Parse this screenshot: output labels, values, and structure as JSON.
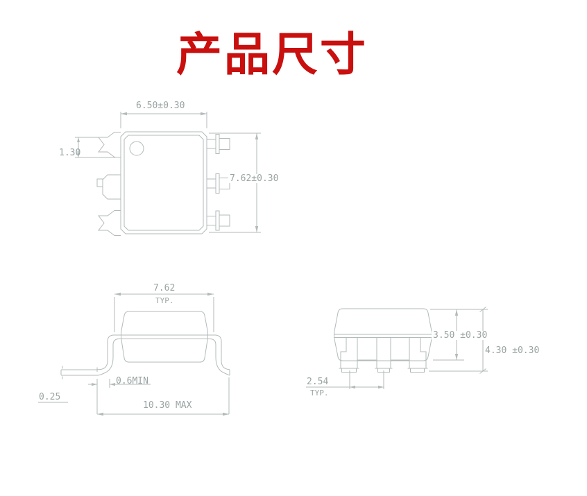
{
  "title": {
    "text": "产品尺寸"
  },
  "colors": {
    "line": "#b3baba",
    "dim_text": "#9aa3a3",
    "background": "#ffffff",
    "title": "#c9100f"
  },
  "top_view": {
    "dim_body_width": "6.50±0.30",
    "dim_lead_shoulder": "1.30",
    "dim_body_length": "7.62±0.30"
  },
  "front_view": {
    "dim_lead_span": "7.62",
    "dim_lead_span_suffix": "TYP.",
    "dim_foot_length": "0.6MIN",
    "dim_lead_thickness": "0.25",
    "dim_overall_span": "10.30 MAX"
  },
  "side_view": {
    "dim_lead_pitch": "2.54",
    "dim_lead_pitch_suffix": "TYP.",
    "dim_body_height": "3.50 ±0.30",
    "dim_overall_height": "4.30 ±0.30"
  }
}
